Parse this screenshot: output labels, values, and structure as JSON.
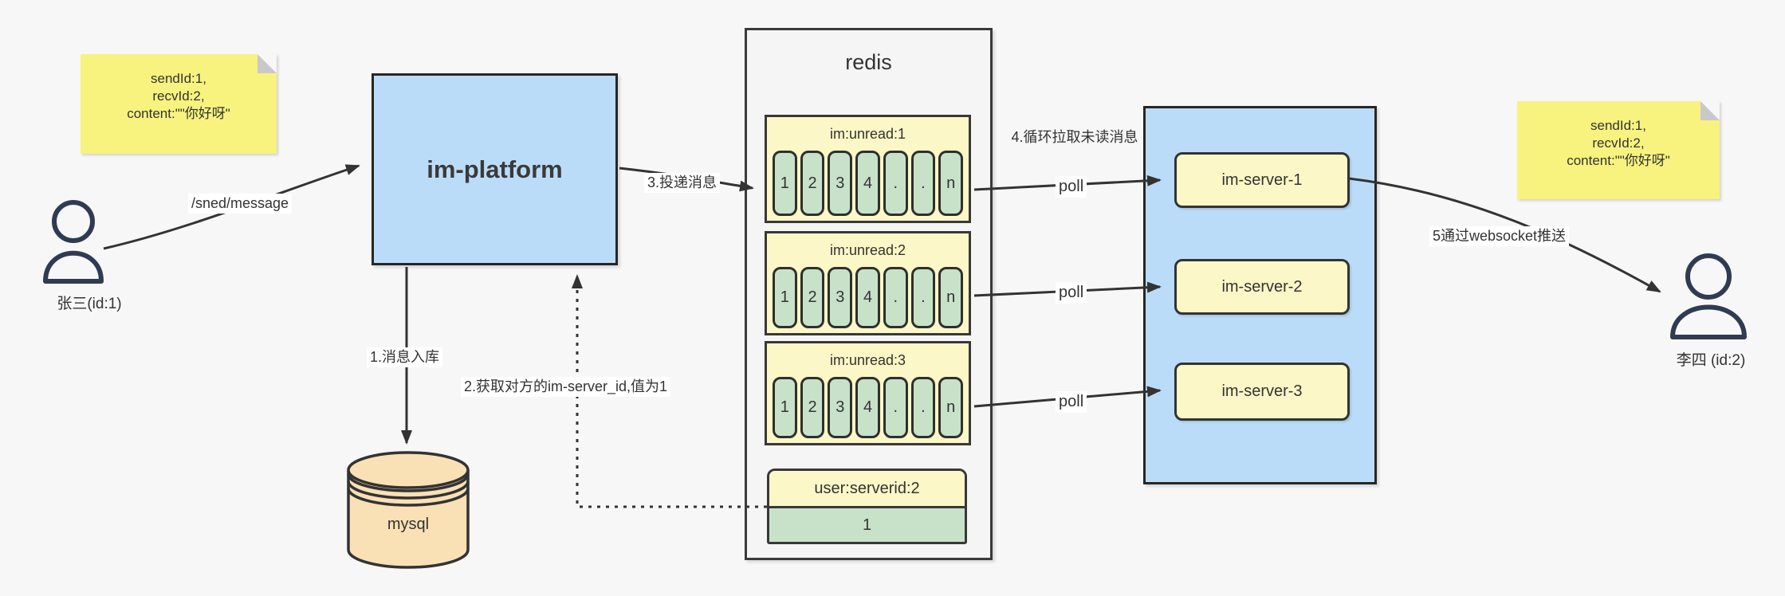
{
  "diagram": {
    "background": "#f7f7f7",
    "colors": {
      "note_bg": "#f7f37e",
      "blue_bg": "#bbdcf8",
      "yellow_bg": "#fcf7c6",
      "green_bg": "#c8e2ca",
      "mysql_bg": "#fae0b5",
      "redis_bg": "#f5f5f5",
      "stroke": "#333333",
      "person_stroke": "#2f3b52"
    },
    "notes": {
      "left": {
        "line1": "sendId:1,",
        "line2": "recvId:2,",
        "line3": "content:\"\"你好呀\""
      },
      "right": {
        "line1": "sendId:1,",
        "line2": "recvId:2,",
        "line3": "content:\"\"你好呀\""
      }
    },
    "actors": {
      "sender": {
        "label": "张三(id:1)"
      },
      "receiver": {
        "label": "李四 (id:2)"
      }
    },
    "platform": {
      "label": "im-platform"
    },
    "database": {
      "label": "mysql"
    },
    "redis": {
      "title": "redis",
      "queues": [
        {
          "header": "im:unread:1",
          "cells": [
            "1",
            "2",
            "3",
            "4",
            ".",
            ".",
            "n"
          ]
        },
        {
          "header": "im:unread:2",
          "cells": [
            "1",
            "2",
            "3",
            "4",
            ".",
            ".",
            "n"
          ]
        },
        {
          "header": "im:unread:3",
          "cells": [
            "1",
            "2",
            "3",
            "4",
            ".",
            ".",
            "n"
          ]
        }
      ],
      "server_map": {
        "header": "user:serverid:2",
        "value": "1"
      }
    },
    "cluster": {
      "servers": [
        {
          "label": "im-server-1"
        },
        {
          "label": "im-server-2"
        },
        {
          "label": "im-server-3"
        }
      ]
    },
    "edges": {
      "send": "/sned/message",
      "step1": "1.消息入库",
      "step2": "2.获取对方的im-server_id,值为1",
      "step3": "3.投递消息",
      "step4": "4.循环拉取未读消息",
      "poll1": "poll",
      "poll2": "poll",
      "poll3": "poll",
      "step5": "5通过websocket推送"
    }
  }
}
